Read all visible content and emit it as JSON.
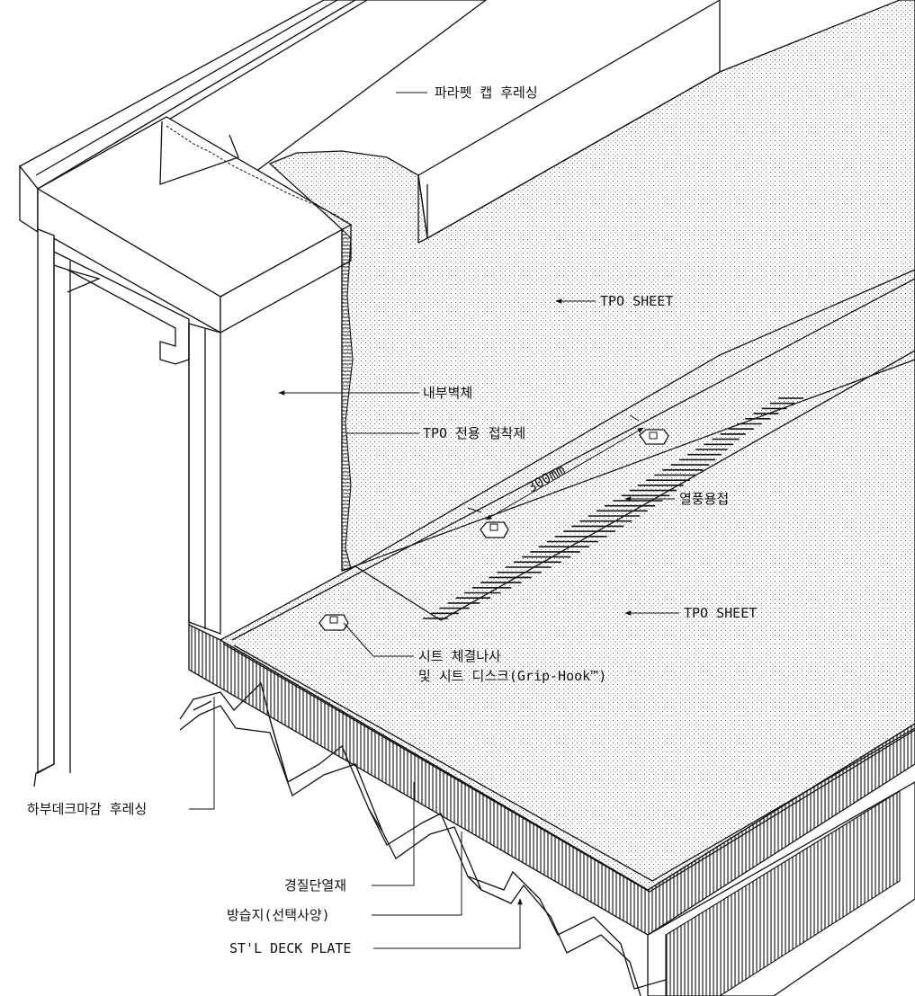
{
  "labels": {
    "parapet_cap": "파라펫 캡 후레싱",
    "tpo_sheet_wall": "TPO SHEET",
    "inner_wall": "내부벽체",
    "tpo_adhesive": "TPO 전용 접착제",
    "dimension": "300mm",
    "hot_air_welding": "열풍용접",
    "tpo_sheet_roof": "TPO SHEET",
    "fastener_line1": "시트 체결나사",
    "fastener_line2": "및 시트 디스크(Grip-Hook™)",
    "lower_deck_flashing": "하부데크마감 후레싱",
    "rigid_insulation": "경질단열재",
    "vapor_barrier": "방습지(선택사양)",
    "deck_plate": "ST'L DECK PLATE"
  },
  "colors": {
    "line": "#111111",
    "background": "#ffffff",
    "stipple": "#333333"
  }
}
